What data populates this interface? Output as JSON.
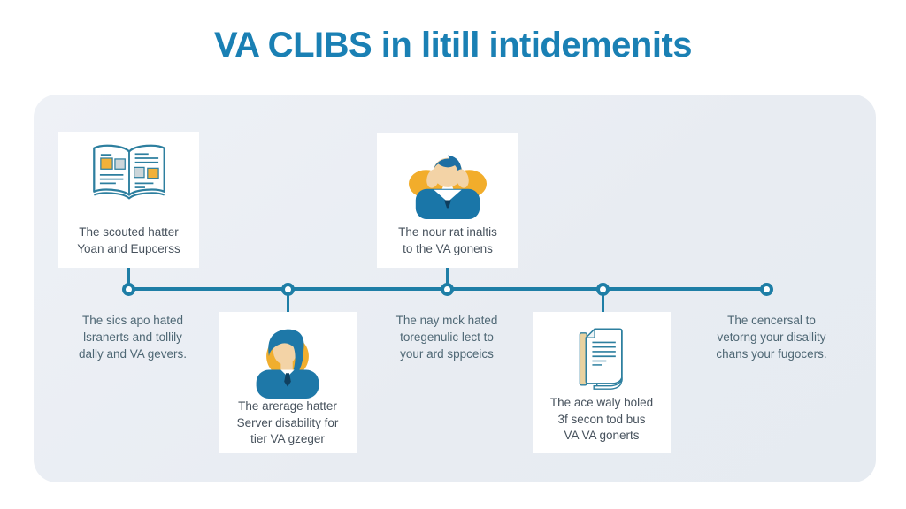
{
  "title": "VA CLIBS in litill intidemenits",
  "colors": {
    "title": "#1a80b4",
    "accent": "#1e7ea6",
    "panel_bg": "#e9edf3",
    "card_bg": "#ffffff",
    "card_text": "#47525d",
    "note_text": "#4e6774",
    "yellow": "#f0ae2e",
    "skin": "#f3d3a6",
    "figure_blue": "#1e78a8"
  },
  "timeline": {
    "node_count": 5
  },
  "cards": [
    {
      "icon": "open-book-icon",
      "lines": [
        "The scouted hatter",
        "Yoan and Eupcerss"
      ]
    },
    {
      "icon": "person-head-in-hands-icon",
      "lines": [
        "The nour rat inaltis",
        "to the VA gonens"
      ]
    },
    {
      "icon": "person-portrait-icon",
      "lines": [
        "The arerage hatter",
        "Server disability for",
        "tier VA gzeger"
      ]
    },
    {
      "icon": "documents-icon",
      "lines": [
        "The ace waly boled",
        "3f secon tod bus",
        "VA VA gonerts"
      ]
    }
  ],
  "notes": [
    {
      "lines": [
        "The sics apo hated",
        "lsranerts and tollily",
        "dally and VA gevers."
      ]
    },
    {
      "lines": [
        "The nay mck hated",
        "toregenulic lect to",
        "your ard sppceics"
      ]
    },
    {
      "lines": [
        "The cencersal to",
        "vetorng your disallity",
        "chans your fugocers."
      ]
    }
  ]
}
